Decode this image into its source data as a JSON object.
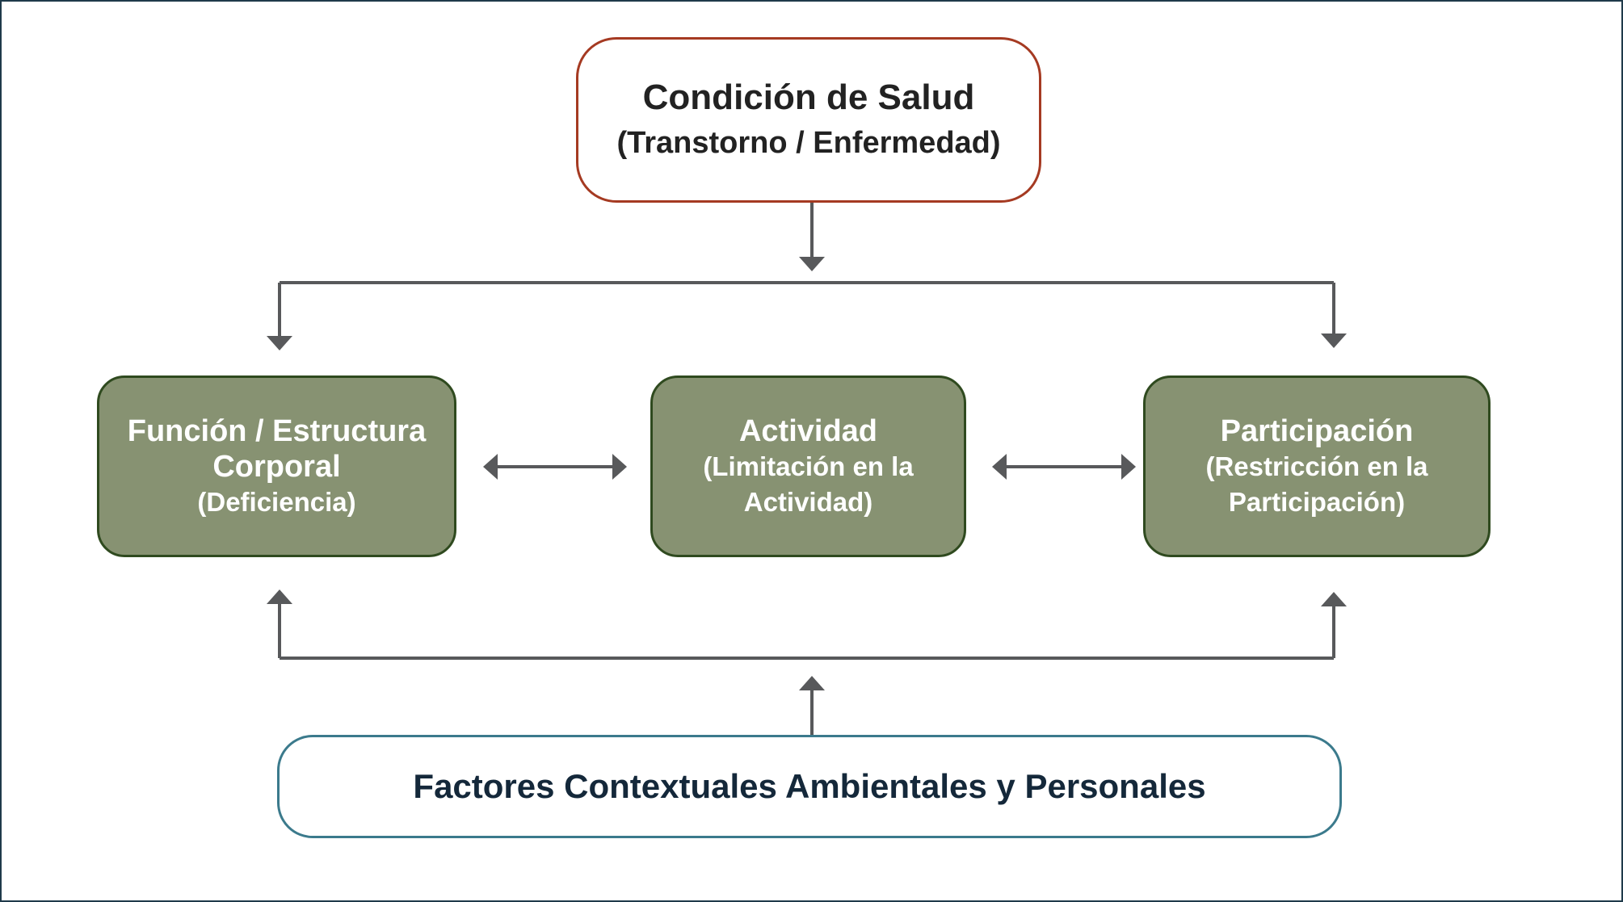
{
  "health_condition": {
    "title": "Condición de Salud",
    "subtitle": "(Transtorno / Enfermedad)"
  },
  "body_function": {
    "title_line1": "Función / Estructura",
    "title_line2": "Corporal",
    "subtitle": "(Deficiencia)"
  },
  "activity": {
    "title": "Actividad",
    "subtitle_line1": "(Limitación en la",
    "subtitle_line2": "Actividad)"
  },
  "participation": {
    "title": "Participación",
    "subtitle_line1": "(Restricción en la",
    "subtitle_line2": "Participación)"
  },
  "contextual_factors": {
    "title": "Factores Contextuales Ambientales y Personales"
  },
  "colors": {
    "health_border": "#a53a22",
    "component_fill": "#879272",
    "component_border": "#2f4a1f",
    "context_border": "#3b7a8c",
    "connector": "#58595b"
  }
}
